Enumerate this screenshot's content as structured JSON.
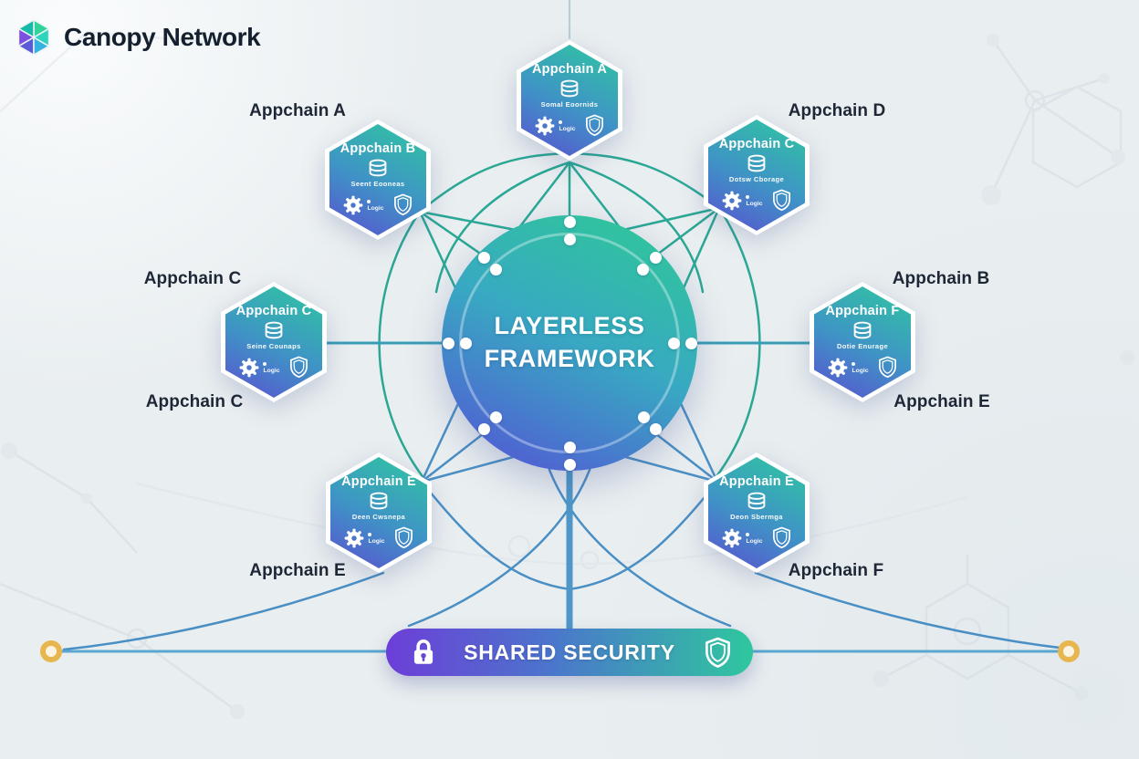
{
  "brand": {
    "name": "Canopy Network",
    "logo_icon": "canopy-hex-logo"
  },
  "center_hub": {
    "line1": "LAYERLESS",
    "line2": "FRAMEWORK"
  },
  "appchains": [
    {
      "position": "top",
      "title": "Appchain A",
      "storage_label": "Somal Eoornids",
      "logic_label": "Logic",
      "icons": [
        "database-icon",
        "gear-icon",
        "shield-icon"
      ]
    },
    {
      "position": "upper-left",
      "title": "Appchain B",
      "storage_label": "Seent Eooneas",
      "logic_label": "Logic",
      "icons": [
        "database-icon",
        "gear-icon",
        "shield-icon"
      ]
    },
    {
      "position": "upper-right",
      "title": "Appchain C",
      "storage_label": "Dotsw Cborage",
      "logic_label": "Logic",
      "icons": [
        "database-icon",
        "gear-icon",
        "shield-icon"
      ]
    },
    {
      "position": "mid-left",
      "title": "Appchain C",
      "storage_label": "Seine Counaps",
      "logic_label": "Logic",
      "icons": [
        "database-icon",
        "gear-icon",
        "shield-icon"
      ]
    },
    {
      "position": "mid-right",
      "title": "Appchain F",
      "storage_label": "Dotie Enurage",
      "logic_label": "Logic",
      "icons": [
        "database-icon",
        "gear-icon",
        "shield-icon"
      ]
    },
    {
      "position": "bottom-left",
      "title": "Appchain E",
      "storage_label": "Deen Cwsnepa",
      "logic_label": "Logic",
      "icons": [
        "database-icon",
        "gear-icon",
        "shield-icon"
      ]
    },
    {
      "position": "bottom-right",
      "title": "Appchain E",
      "storage_label": "Deon Sbermga",
      "logic_label": "Logic",
      "icons": [
        "database-icon",
        "gear-icon",
        "shield-icon"
      ]
    }
  ],
  "outer_labels": [
    {
      "position": "top-left",
      "text": "Appchain A"
    },
    {
      "position": "top-right",
      "text": "Appchain D"
    },
    {
      "position": "left-upper",
      "text": "Appchain C"
    },
    {
      "position": "left-lower",
      "text": "Appchain C"
    },
    {
      "position": "right-upper",
      "text": "Appchain B"
    },
    {
      "position": "right-lower",
      "text": "Appchain E"
    },
    {
      "position": "bottom-left",
      "text": "Appchain E"
    },
    {
      "position": "bottom-right",
      "text": "Appchain F"
    }
  ],
  "security_bar": {
    "label": "SHARED SECURITY",
    "left_icon": "lock-icon",
    "right_icon": "shield-icon"
  },
  "colors": {
    "background": "#e9eef0",
    "hex_gradient_start": "#2fc7a0",
    "hex_gradient_end": "#5a50d0",
    "hub_gradient_start": "#2ecb94",
    "hub_gradient_end": "#5550d6",
    "bar_gradient_start": "#6d3ed8",
    "bar_gradient_end": "#2fc79e",
    "teal_line": "#2aa795",
    "blue_line": "#4a8fc4",
    "endpoint_ring": "#e7b64e",
    "label_text": "#1d2736"
  }
}
